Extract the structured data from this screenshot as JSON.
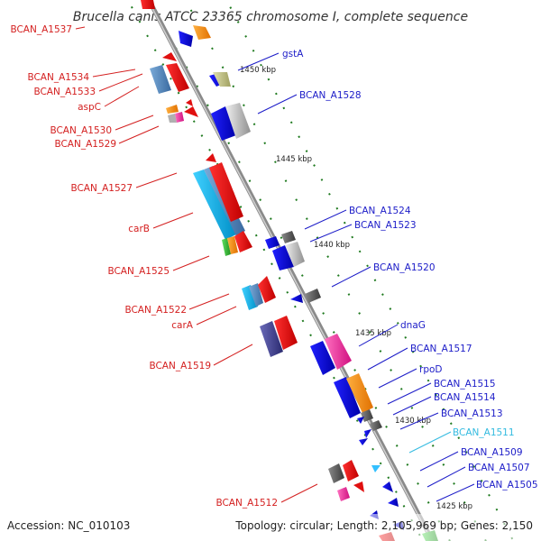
{
  "title": "Brucella canis ATCC 23365 chromosome I, complete sequence",
  "accession": "Accession: NC_010103",
  "summary": "Topology: circular; Length: 2,105,969 bp; Genes: 2,150",
  "colors": {
    "left_label": "#d42020",
    "right_label": "#1c1cc8",
    "highlight_label": "#33bbe0",
    "backbone": "#8a8a8a",
    "tick": "#1f7a1f"
  },
  "kbp_marks": [
    "1450 kbp",
    "1445 kbp",
    "1440 kbp",
    "1435 kbp",
    "1430 kbp",
    "1425 kbp"
  ],
  "left_labels": [
    "BCAN_A1537",
    "BCAN_A1534",
    "BCAN_A1533",
    "aspC",
    "BCAN_A1530",
    "BCAN_A1529",
    "BCAN_A1527",
    "carB",
    "BCAN_A1525",
    "BCAN_A1522",
    "carA",
    "BCAN_A1519",
    "BCAN_A1512"
  ],
  "right_labels": [
    "gstA",
    "BCAN_A1528",
    "BCAN_A1524",
    "BCAN_A1523",
    "BCAN_A1520",
    "dnaG",
    "BCAN_A1517",
    "rpoD",
    "BCAN_A1515",
    "BCAN_A1514",
    "BCAN_A1513",
    "BCAN_A1511",
    "BCAN_A1509",
    "BCAN_A1507",
    "BCAN_A1505"
  ]
}
